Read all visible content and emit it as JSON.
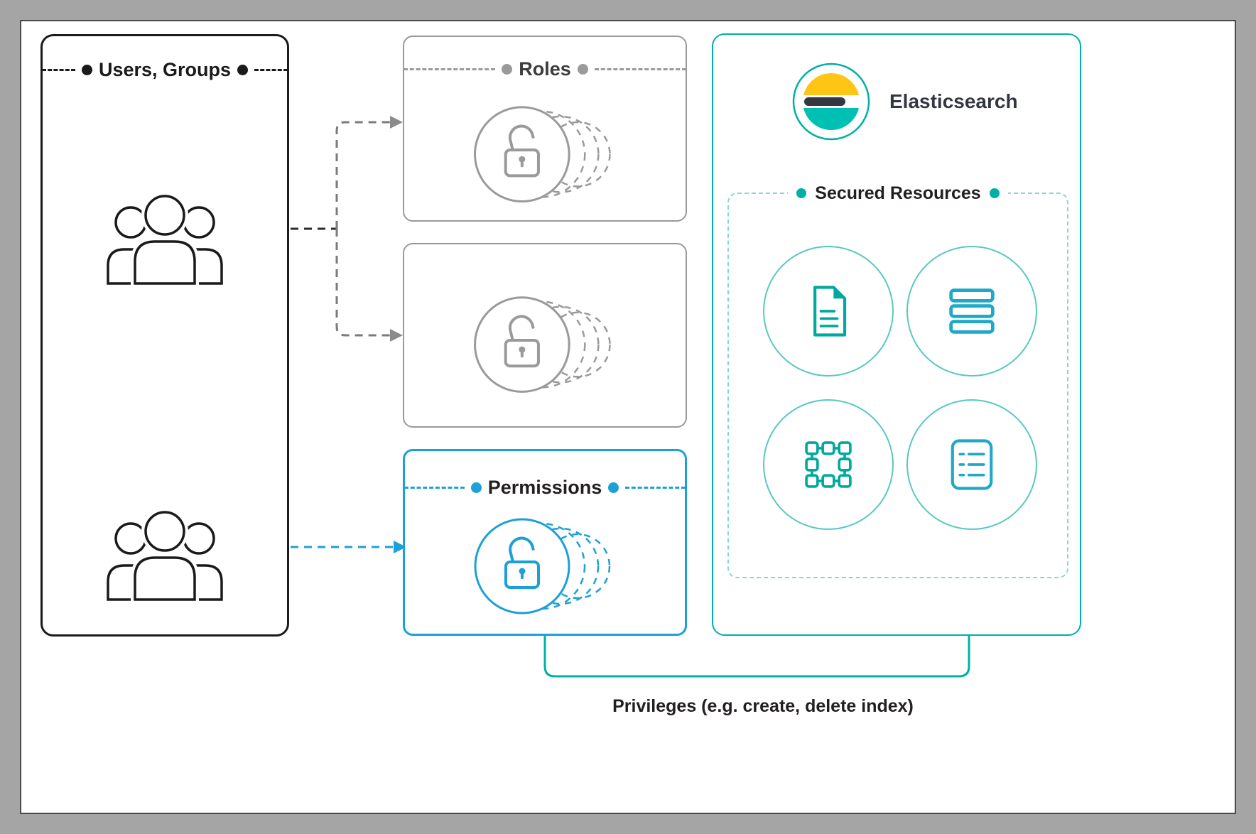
{
  "users_box": {
    "title": "Users, Groups"
  },
  "roles": {
    "title": "Roles"
  },
  "permissions": {
    "title": "Permissions"
  },
  "elasticsearch": {
    "title": "Elasticsearch",
    "secured_resources": {
      "title": "Secured Resources"
    }
  },
  "privileges": {
    "label": "Privileges (e.g. create, delete index)"
  },
  "colors": {
    "outline_black": "#1a1a1a",
    "outline_gray": "#9a9a9a",
    "blue": "#1ba0d7",
    "teal": "#00b0a6",
    "cyan": "#1fa9c9",
    "light_teal": "#86d8d1",
    "logo_yellow": "#fec514",
    "logo_dark": "#343741",
    "logo_teal": "#00bfb3"
  },
  "icons": {
    "users_group": "three-user-silhouette",
    "role_lock": "open-padlock",
    "permission_lock": "open-padlock",
    "elasticsearch_logo": "elastic-logo",
    "document": "document-file",
    "index_stack": "stacked-index-blocks",
    "cluster": "cluster-nodes",
    "index_list": "list-panel"
  }
}
